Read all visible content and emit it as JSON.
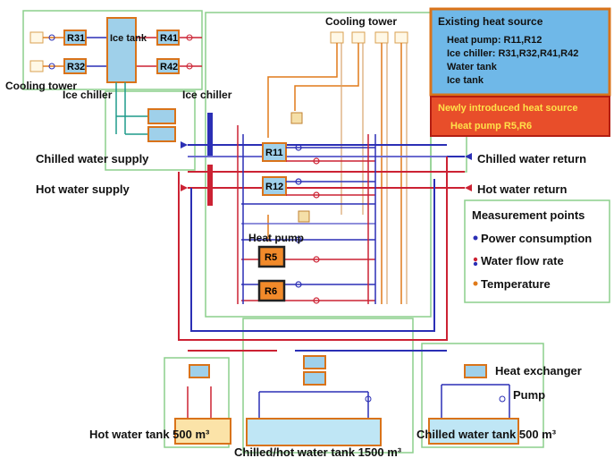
{
  "labels": {
    "cooling_tower_left": "Cooling tower",
    "cooling_tower_top": "Cooling tower",
    "ice_chiller_left": "Ice chiller",
    "ice_chiller_right": "Ice chiller",
    "ice_tank": "Ice tank",
    "heat_pump": "Heat pump",
    "chilled_water_supply": "Chilled water supply",
    "hot_water_supply": "Hot water supply",
    "chilled_water_return": "Chilled water return",
    "hot_water_return": "Hot water return",
    "heat_exchanger": "Heat exchanger",
    "pump": "Pump",
    "hot_water_tank": "Hot water tank 500 m³",
    "chilled_hot_water_tank": "Chilled/hot water tank 1500 m³",
    "chilled_water_tank": "Chilled water tank 500 m³"
  },
  "units": {
    "R31": "R31",
    "R32": "R32",
    "R41": "R41",
    "R42": "R42",
    "R11": "R11",
    "R12": "R12",
    "R5": "R5",
    "R6": "R6"
  },
  "legend_existing": {
    "title": "Existing heat source",
    "line1": "Heat pump: R11,R12",
    "line2": "Ice chiller: R31,R32,R41,R42",
    "line3": "Water tank",
    "line4": "Ice tank"
  },
  "legend_new": {
    "title": "Newly introduced heat source",
    "line1": "Heat pump   R5,R6"
  },
  "measurement": {
    "title": "Measurement points",
    "items": [
      "Power consumption",
      "Water flow rate",
      "Temperature"
    ]
  },
  "colors": {
    "chilled": "#2b2fb5",
    "hot": "#cc2233",
    "cooling": "#e07a1a",
    "ice": "#1f9a8a",
    "frame": "#8ccf8c",
    "unit_fill": "#9fd0ea"
  }
}
